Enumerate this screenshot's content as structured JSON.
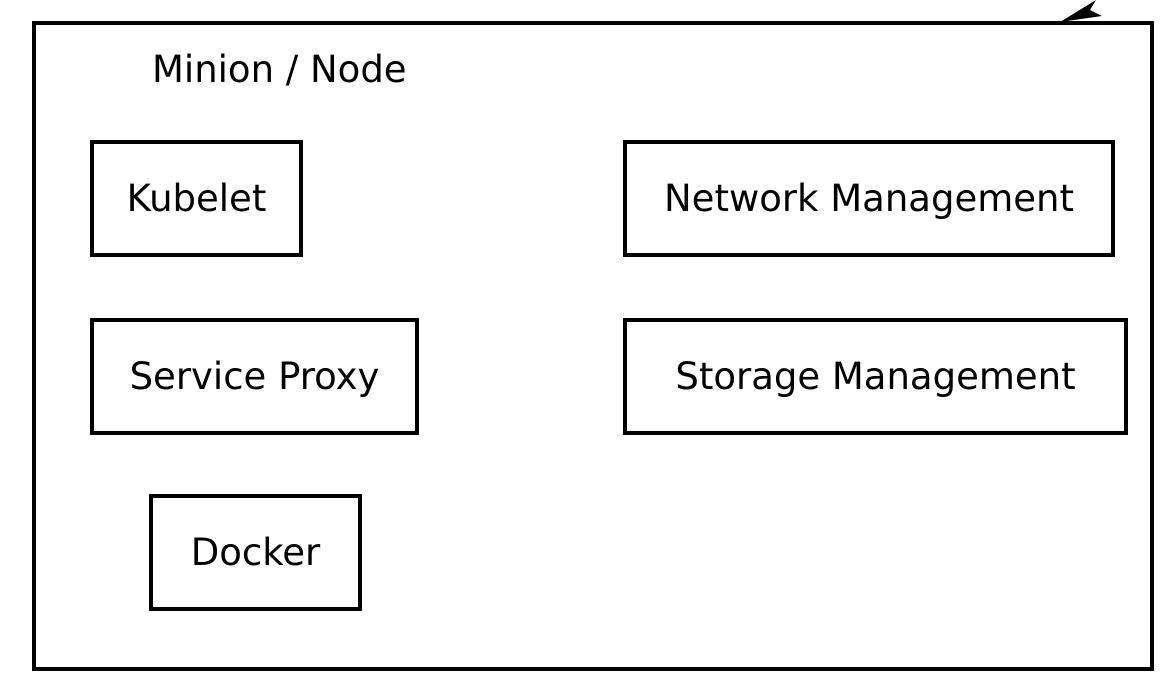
{
  "diagram": {
    "title": "Minion / Node",
    "components": {
      "kubelet": "Kubelet",
      "service_proxy": "Service Proxy",
      "docker": "Docker",
      "network_management": "Network Management",
      "storage_management": "Storage Management"
    },
    "line_color": "#000000",
    "background_color": "#ffffff"
  }
}
